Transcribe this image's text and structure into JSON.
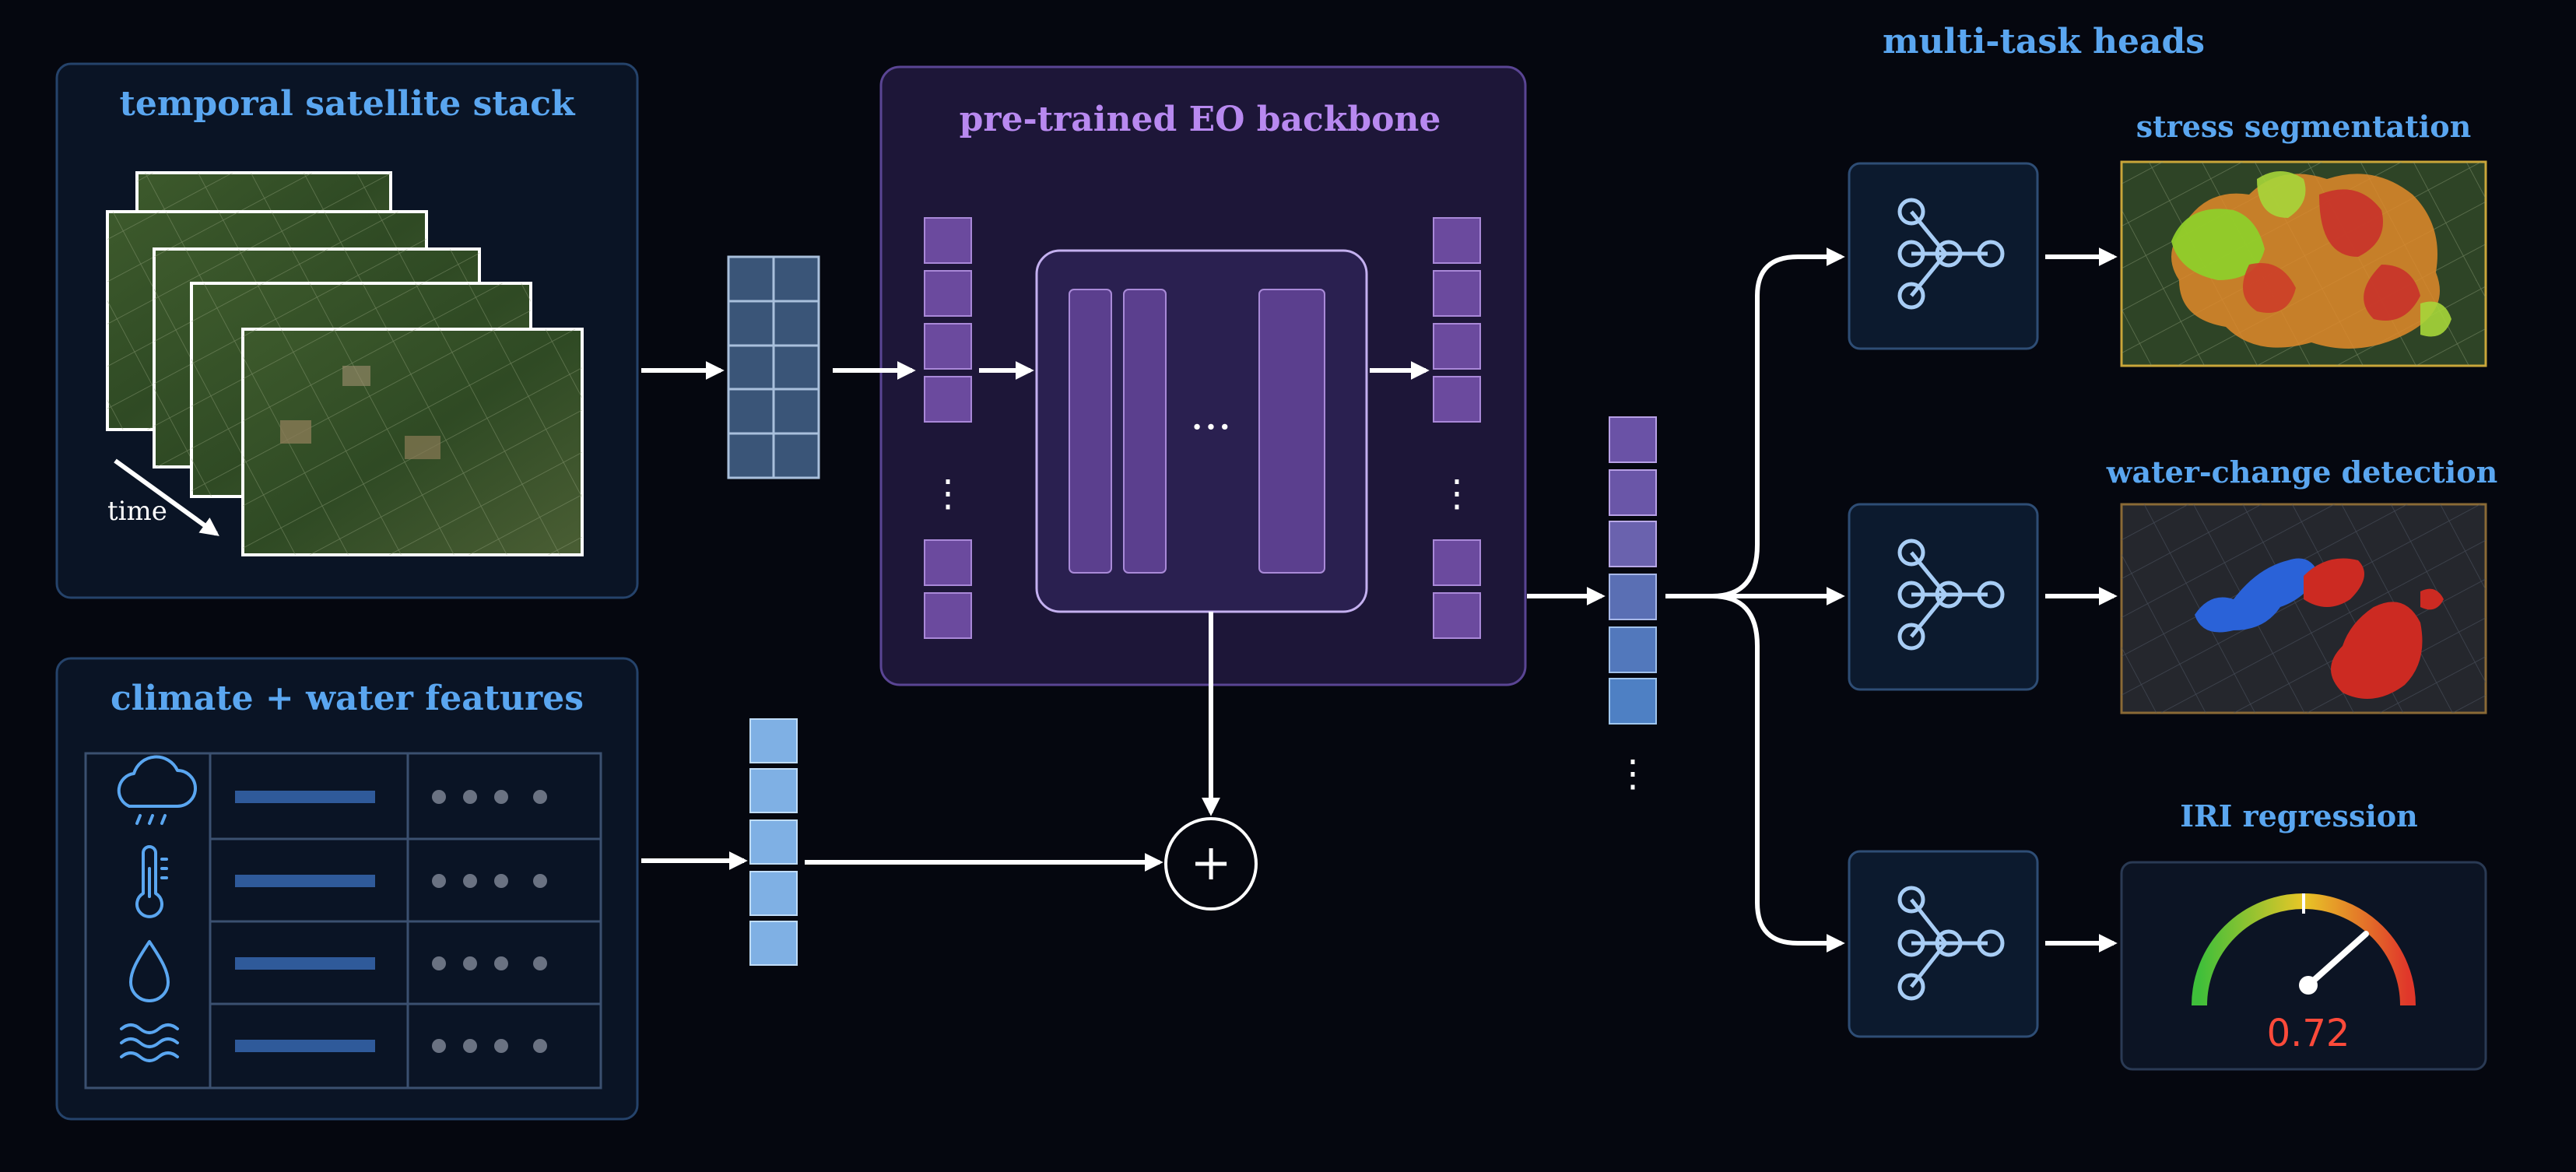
{
  "panels": {
    "satellite": {
      "title": "temporal satellite stack",
      "time_label": "time"
    },
    "climate": {
      "title": "climate + water features",
      "rows": [
        {
          "icon": "cloud-rain-icon"
        },
        {
          "icon": "thermometer-icon"
        },
        {
          "icon": "water-drop-icon"
        },
        {
          "icon": "waves-icon"
        }
      ]
    },
    "backbone": {
      "title": "pre-trained EO backbone",
      "ellipsis": "···"
    },
    "heads": {
      "title": "multi-task heads",
      "outputs": [
        {
          "label": "stress segmentation"
        },
        {
          "label": "water-change detection"
        },
        {
          "label": "IRI regression",
          "value": "0.72"
        }
      ]
    }
  },
  "colors": {
    "accent_blue": "#5aa6f0",
    "accent_purple": "#b889f0",
    "gauge_value": "#ff4a3a"
  },
  "symbols": {
    "fusion": "+",
    "vertical_ellipsis": "⋮"
  }
}
